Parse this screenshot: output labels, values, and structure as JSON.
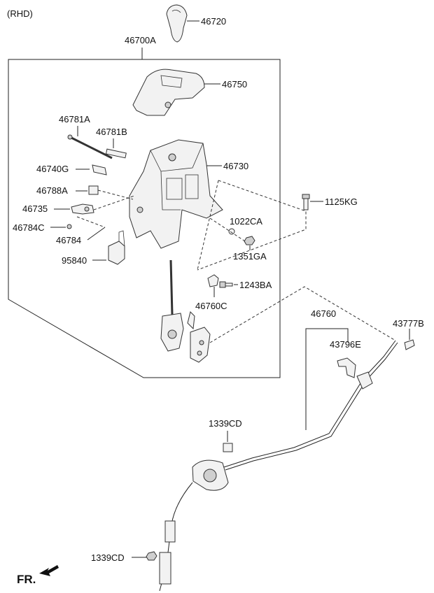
{
  "header": {
    "variant": "(RHD)"
  },
  "labels": {
    "p46720": "46720",
    "p46700A": "46700A",
    "p46750": "46750",
    "p46781A": "46781A",
    "p46781B": "46781B",
    "p46740G": "46740G",
    "p46730": "46730",
    "p46788A": "46788A",
    "p46735": "46735",
    "p46784C": "46784C",
    "p46784": "46784",
    "p95840": "95840",
    "p1125KG": "1125KG",
    "p1022CA": "1022CA",
    "p1351GA": "1351GA",
    "p1243BA": "1243BA",
    "p46760C": "46760C",
    "p46760": "46760",
    "p43777B": "43777B",
    "p43796E": "43796E",
    "p1339CD_top": "1339CD",
    "p1339CD_bottom": "1339CD"
  },
  "footer": {
    "front_label": "FR."
  },
  "icons": {
    "front_arrow": "arrow-icon"
  }
}
